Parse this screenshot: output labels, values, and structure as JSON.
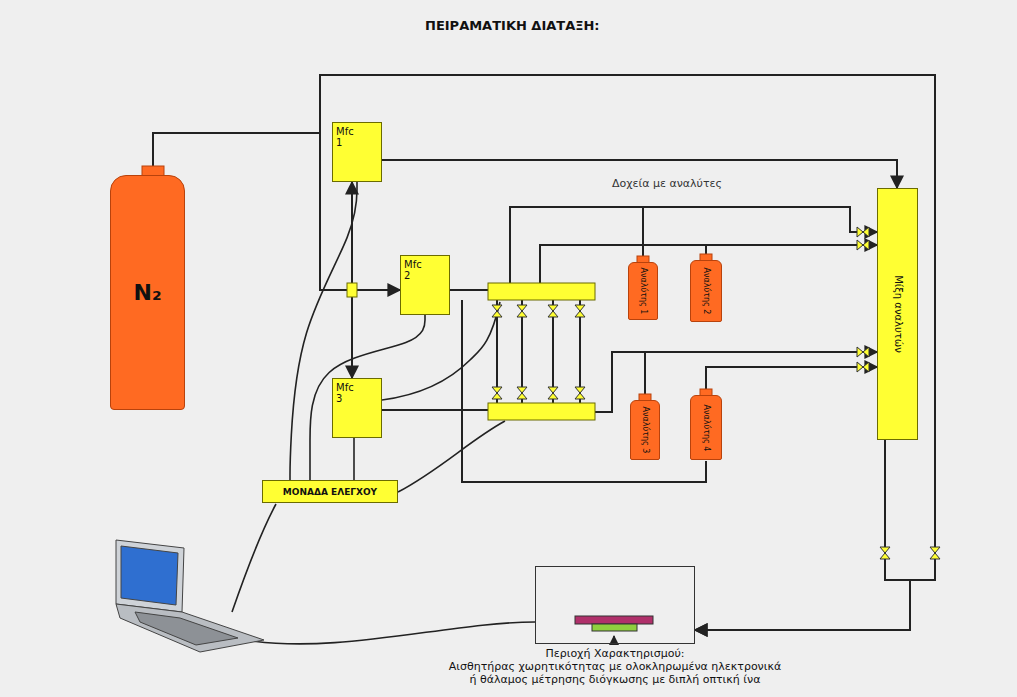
{
  "diagram": {
    "title": "ΠΕΙΡΑΜΑΤΙΚΗ ΔΙΑΤΑΞΗ:",
    "nodes": [
      {
        "text": [
          "N₂"
        ]
      },
      {
        "text": [
          "Mfc 1"
        ]
      },
      {
        "text": [
          "Mfc 2"
        ]
      },
      {
        "text": [
          "Mfc 3"
        ]
      },
      {
        "text": [
          "ΜΟΝΑΔΑ ΕΛΕΓΧΟΥ"
        ]
      },
      {
        "text": [
          "Αναλύτης 1"
        ]
      },
      {
        "text": [
          "Αναλύτης 2"
        ]
      },
      {
        "text": [
          "Αναλύτης 3"
        ]
      },
      {
        "text": [
          "Αναλύτης 4"
        ]
      },
      {
        "text": [
          "Μίξη αναλυτών"
        ]
      },
      {
        "text": [
          "Περιοχή Χαρακτηρισμού:",
          "Αισθητήρας χωρητικότητας με ολοκληρωμένα ηλεκτρονικά ή θάλαμος μέτρησης διόγκωσης με διπλή οπτική ίνα"
        ]
      }
    ],
    "edges": [
      {
        "from": 0,
        "to": 1,
        "arrow": "to"
      },
      {
        "from": 0,
        "to": 2,
        "arrow": "to"
      },
      {
        "from": 0,
        "to": 3,
        "arrow": "to"
      },
      {
        "from": 0,
        "to": 10,
        "arrow": "to"
      },
      {
        "from": 1,
        "to": 9,
        "arrow": "to"
      },
      {
        "from": 5,
        "to": 9,
        "arrow": "to"
      },
      {
        "from": 6,
        "to": 9,
        "arrow": "to"
      },
      {
        "from": 7,
        "to": 9,
        "arrow": "to"
      },
      {
        "from": 8,
        "to": 9,
        "arrow": "to"
      },
      {
        "from": 9,
        "to": 10,
        "arrow": "to"
      },
      {
        "from": 4,
        "to": 1,
        "arrow": "none"
      },
      {
        "from": 4,
        "to": 2,
        "arrow": "none"
      },
      {
        "from": 4,
        "to": 3,
        "arrow": "none"
      }
    ],
    "labels": [
      "Δοχεία με αναλύτες"
    ]
  }
}
